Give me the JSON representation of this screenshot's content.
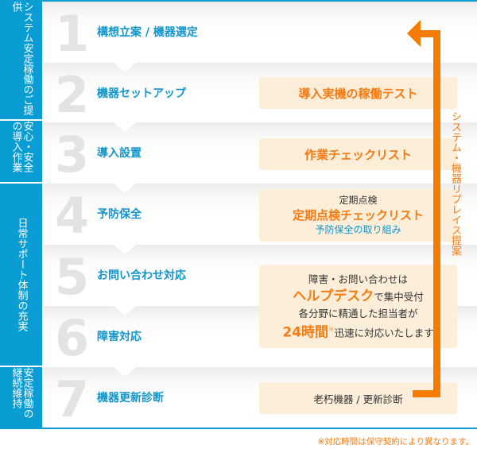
{
  "groups": [
    {
      "label": "システム安定稼働のご提供"
    },
    {
      "label": "安心・安全の導入作業"
    },
    {
      "label": "日常サポート体制の充実"
    },
    {
      "label": "安定稼働の継続維持"
    }
  ],
  "steps": [
    {
      "number": "1",
      "label": "構想立案 / 機器選定"
    },
    {
      "number": "2",
      "label": "機器セットアップ"
    },
    {
      "number": "3",
      "label": "導入設置"
    },
    {
      "number": "4",
      "label": "予防保全"
    },
    {
      "number": "5",
      "label": "お問い合わせ対応"
    },
    {
      "number": "6",
      "label": "障害対応"
    },
    {
      "number": "7",
      "label": "機器更新診断"
    }
  ],
  "boxes": {
    "step2": {
      "title": "導入実機の稼働テスト"
    },
    "step3": {
      "title": "作業チェックリスト"
    },
    "step4": {
      "top": "定期点検",
      "title": "定期点検チェックリスト",
      "bottom": "予防保全の取り組み"
    },
    "step56": {
      "line1": "障害・お問い合わせは",
      "line2_highlight": "ヘルプデスク",
      "line2_rest": "で集中受付",
      "line3": "各分野に精通した担当者が",
      "line4_highlight": "24時間",
      "line4_mark": "※",
      "line4_rest": "迅速に対応いたします"
    },
    "step7": {
      "title": "老朽機器 / 更新診断"
    }
  },
  "cycle_label": "システム・機器リプレイス提案",
  "footnote": "※対応時間は保守契約により異なります。",
  "colors": {
    "blue": "#0a9dd3",
    "orange": "#f57c00",
    "box_bg": "#fdeed9"
  }
}
